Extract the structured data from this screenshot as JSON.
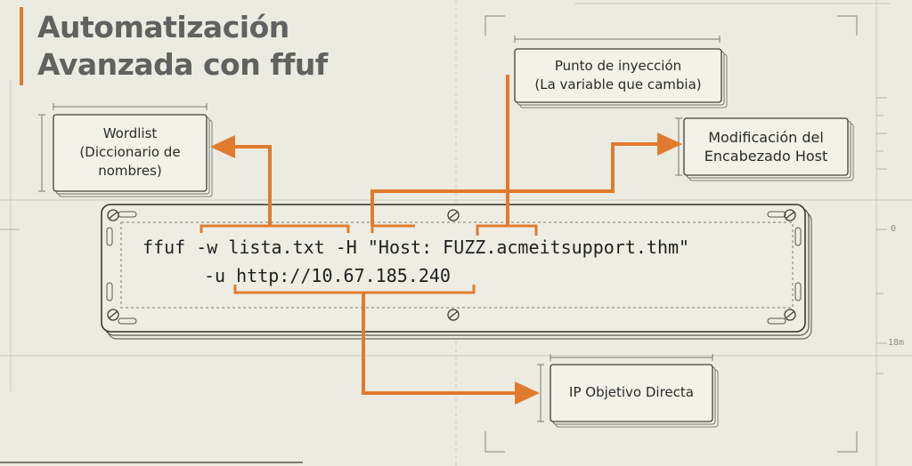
{
  "title": {
    "line1": "Automatización",
    "line2": "Avanzada con ffuf"
  },
  "command": {
    "line1": "ffuf -w lista.txt -H \"Host: FUZZ.acmeitsupport.thm\"",
    "line2": "-u http://10.67.185.240"
  },
  "callouts": {
    "wordlist": [
      "Wordlist",
      "(Diccionario de",
      "nombres)"
    ],
    "injection": [
      "Punto de inyección",
      "(La variable que cambia)"
    ],
    "header": [
      "Modificación del",
      "Encabezado Host"
    ],
    "target": [
      "IP Objetivo Directa"
    ]
  },
  "ruler": {
    "label_0": "0",
    "label_18": "18m"
  },
  "colors": {
    "accent": "#e07b2e",
    "background": "#ecebe1",
    "card": "#f3f2e9",
    "title": "#5f625f"
  }
}
